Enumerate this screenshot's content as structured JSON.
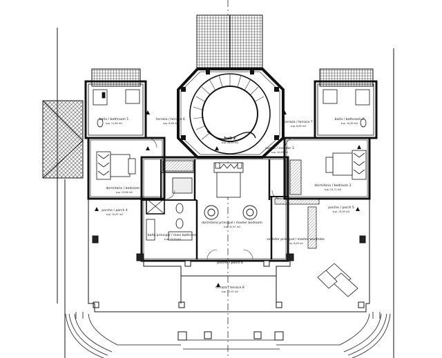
{
  "labels": {
    "hall": "hall 2",
    "hall_area": "sup. 38,69 m2",
    "bath_left": "baño / bathroom 1",
    "bath_right": "baño / bathroom 2",
    "terrace_left": "terraza / terrace 6",
    "terrace_right": "terraza / terrace 7",
    "bed_left": "dormitorio / bedroom 1",
    "bed_right": "dormitorio / bedroom 2",
    "porch_left": "porche / porch 4",
    "porch_right": "porche / porch 5",
    "corridor": "pasillo / corridor 3",
    "master_bed": "dormitorio principal / master bedroom",
    "master_bath": "baño principal / main bathroom",
    "master_wardrobe": "vestidor principal / master wardrobe",
    "porch_center": "porche / porch 6",
    "terrace_big": "terraza / terrace 8",
    "area_1": "sup. 11,60 m2",
    "area_2": "sup. 8,98 m2",
    "area_3": "sup. 10,69 m2",
    "area_4": "sup. 8,64 m2",
    "area_5": "sup. 23,66 m2",
    "area_6": "sup. 23,71 m2",
    "area_7": "sup. 10,63 m2",
    "area_8": "sup. 12,87 m2",
    "area_9": "sup. 42,87 m2",
    "area_10": "sup. 13,29 m2",
    "area_11": "sup. 8,06 m2",
    "area_12": "sup. 13,99 m2",
    "area_13": "sup. 75,91 m2"
  }
}
